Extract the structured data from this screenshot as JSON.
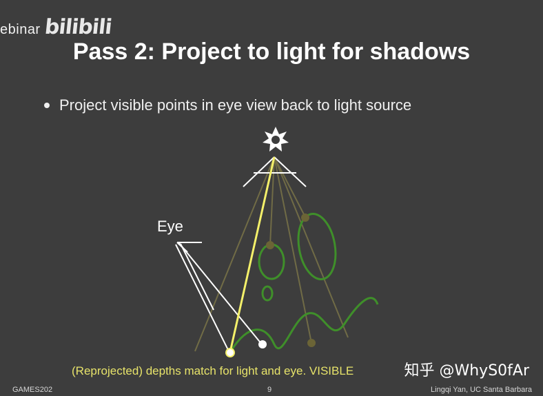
{
  "brand": {
    "prefix": "ebinar",
    "logo_text": "bilibili"
  },
  "slide": {
    "title": "Pass 2: Project to light for shadows",
    "bullet": "Project visible points in eye view back to light source",
    "eye_label": "Eye",
    "caption": "(Reprojected) depths match for light and eye.  VISIBLE"
  },
  "watermark": "知乎 @WhyS0fAr",
  "footer": {
    "left": "GAMES202",
    "page": "9",
    "right": "Lingqi Yan, UC Santa Barbara"
  },
  "colors": {
    "background": "#3d3d3d",
    "yellow_ray": "#f4f06a",
    "object_green": "#3f8f2a",
    "faded_ray": "#7a7448",
    "white": "#ffffff"
  }
}
